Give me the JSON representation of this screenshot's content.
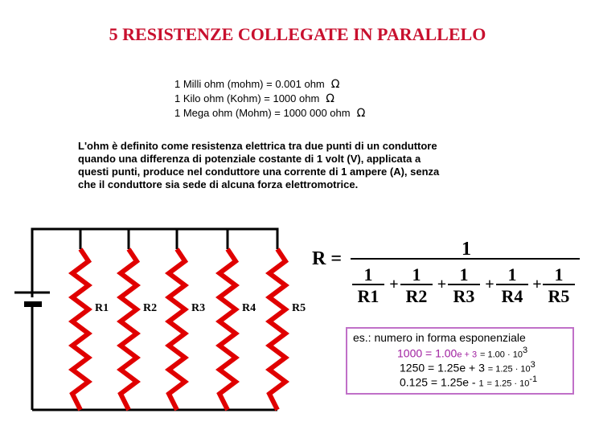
{
  "title": "5  RESISTENZE COLLEGATE IN PARALLELO",
  "units": [
    {
      "text": "1 Milli ohm (mohm) = 0.001 ohm",
      "symbol": "Ω"
    },
    {
      "text": "1 Kilo ohm (Kohm) = 1000 ohm",
      "symbol": "Ω"
    },
    {
      "text": "1 Mega ohm (Mohm) = 1000 000 ohm",
      "symbol": "Ω"
    }
  ],
  "definition": [
    "L'ohm è definito come resistenza elettrica tra due punti di un conduttore",
    "quando una differenza di potenziale costante di 1 volt (V), applicata a",
    "questi punti, produce nel conduttore una corrente di 1 ampere (A), senza",
    "che il conduttore sia sede di alcuna forza elettromotrice."
  ],
  "resistors": [
    "R1",
    "R2",
    "R3",
    "R4",
    "R5"
  ],
  "formula": {
    "lhs": "R =",
    "numerator": "1",
    "terms": [
      {
        "num": "1",
        "den": "R1"
      },
      {
        "num": "1",
        "den": "R2"
      },
      {
        "num": "1",
        "den": "R3"
      },
      {
        "num": "1",
        "den": "R4"
      },
      {
        "num": "1",
        "den": "R5"
      }
    ],
    "plus": "+"
  },
  "example": {
    "heading": "es.: numero in forma esponenziale",
    "row1": {
      "a": "1000 = 1.00",
      "e": "e + 3",
      "b": "= 1.00 · 10",
      "exp": "3"
    },
    "row2": {
      "a": "1250 = 1.25e + 3",
      "b": "= 1.25 · 10",
      "exp": "3"
    },
    "row3": {
      "a": "0.125 = 1.25e - ",
      "m": "1",
      "b": "= 1.25 · 10",
      "exp": "-1"
    }
  },
  "colors": {
    "title": "#c8102e",
    "resistor": "#e00000",
    "wire": "#000000",
    "accent": "#a020a0",
    "border": "#c070c8"
  }
}
